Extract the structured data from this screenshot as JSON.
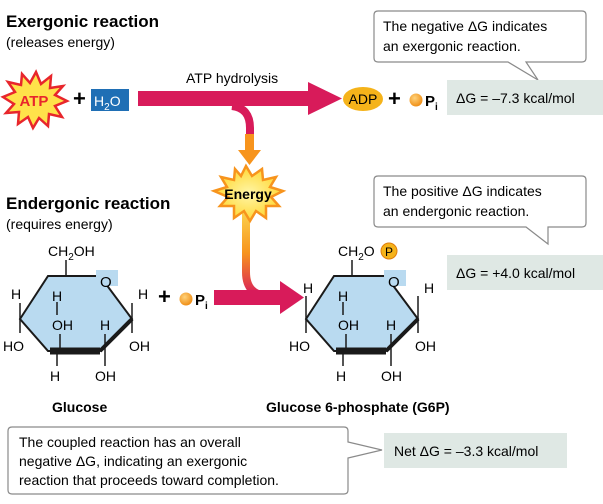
{
  "exergonic": {
    "title": "Exergonic reaction",
    "subtitle": "(releases energy)",
    "atp_label": "ATP",
    "h2o_label": "H",
    "h2o_sub": "2",
    "h2o_o": "O",
    "plus": "+",
    "arrow_label": "ATP hydrolysis",
    "adp_label": "ADP",
    "pi_label": "P",
    "pi_sub": "i",
    "callout_line1": "The negative ΔG indicates",
    "callout_line2": "an exergonic reaction.",
    "delta_g": "ΔG = –7.3 kcal/mol"
  },
  "energy_label": "Energy",
  "endergonic": {
    "title": "Endergonic reaction",
    "subtitle": "(requires energy)",
    "callout_line1": "The positive ΔG indicates",
    "callout_line2": "an endergonic reaction.",
    "delta_g": "ΔG = +4.0 kcal/mol",
    "pi_label": "P",
    "pi_sub": "i",
    "plus": "+"
  },
  "glucose": {
    "ch2oh": "CH",
    "ch2oh_sub": "2",
    "ch2oh_end": "OH",
    "ring_o": "O",
    "h": "H",
    "oh": "OH",
    "ho": "HO",
    "name": "Glucose"
  },
  "g6p": {
    "ch2o": "CH",
    "ch2o_sub": "2",
    "ch2o_end": "O",
    "p_circle": "P",
    "ring_o": "O",
    "h": "H",
    "oh": "OH",
    "ho": "HO",
    "name": "Glucose 6-phosphate (G6P)"
  },
  "coupled": {
    "line1": "The coupled reaction has an overall",
    "line2a": "negative ",
    "line2b": "ΔG",
    "line2c": ", indicating an exergonic",
    "line3": "reaction that proceeds toward completion.",
    "net_delta_g": "Net ΔG = –3.3 kcal/mol"
  },
  "colors": {
    "arrow_pink": "#d81b5a",
    "atp_yellow": "#ffe24a",
    "atp_red": "#e8262c",
    "h2o_blue": "#1f6fb5",
    "adp_orange": "#f5b31a",
    "pi_orange": "#f39a1b",
    "ring_fill": "#b9daf0",
    "dg_box": "#dfe8e4",
    "energy_orange": "#f7941d"
  }
}
